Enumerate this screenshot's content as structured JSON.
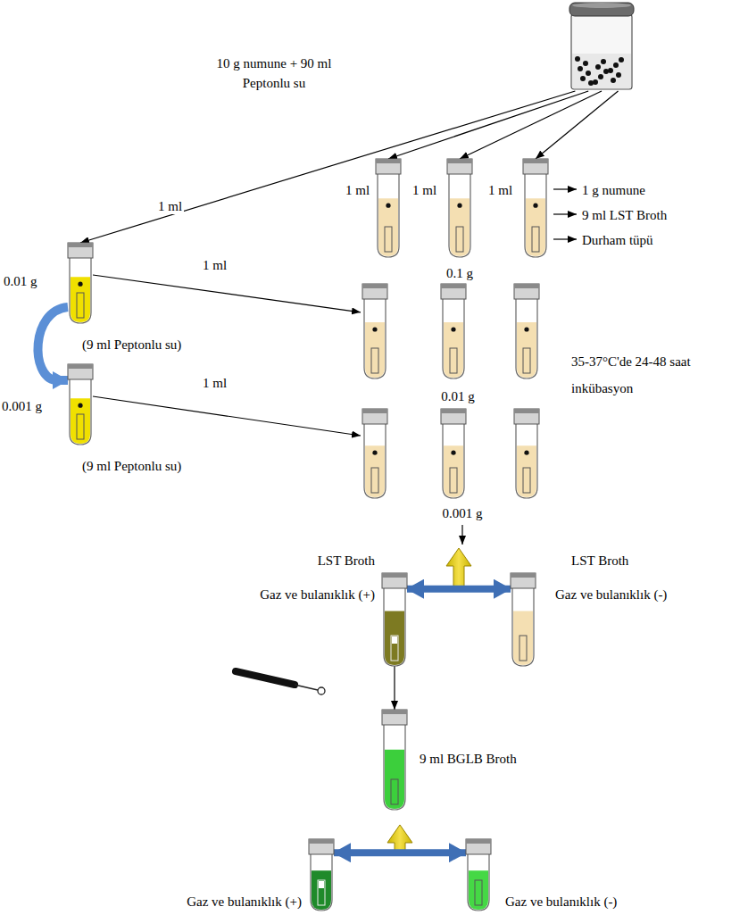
{
  "diagram": {
    "nodes": [
      {
        "text": [
          "10 g numune + 90 ml Peptonlu su"
        ]
      },
      {
        "text": [
          "0.01 g",
          "(9 ml Peptonlu su)"
        ]
      },
      {
        "text": [
          "0.001 g",
          "(9 ml Peptonlu su)"
        ]
      },
      {
        "text": [
          "0.1 g"
        ]
      },
      {
        "text": [
          "0.01 g"
        ]
      },
      {
        "text": [
          "0.001 g"
        ]
      },
      {
        "text": [
          "LST Broth",
          "Gaz ve bulanıklık (+)"
        ]
      },
      {
        "text": [
          "LST Broth",
          "Gaz ve bulanıklık (-)"
        ]
      },
      {
        "text": [
          "9 ml BGLB Broth"
        ]
      },
      {
        "text": [
          "Gaz ve bulanıklık (+)"
        ]
      },
      {
        "text": [
          "Gaz ve bulanıklık (-)"
        ]
      }
    ],
    "edges": [
      {
        "from": 0,
        "to": 1,
        "label": "1 ml",
        "arrow": "to"
      },
      {
        "from": 0,
        "to": 3,
        "label": "1 ml",
        "arrow": "to"
      },
      {
        "from": 0,
        "to": 3,
        "label": "1 ml",
        "arrow": "to"
      },
      {
        "from": 0,
        "to": 3,
        "label": "1 ml",
        "arrow": "to"
      },
      {
        "from": 1,
        "to": 4,
        "label": "1 ml",
        "arrow": "to"
      },
      {
        "from": 2,
        "to": 5,
        "label": "1 ml",
        "arrow": "to"
      },
      {
        "from": 1,
        "to": 2,
        "arrow": "to"
      },
      {
        "from": 6,
        "to": 7,
        "arrow": "both"
      },
      {
        "from": 6,
        "to": 8,
        "arrow": "to"
      },
      {
        "from": 9,
        "to": 10,
        "arrow": "both"
      }
    ],
    "labels": [
      "1 g numune",
      "9 ml LST Broth",
      "Durham tüpü",
      "35-37°C'de 24-48 saat inkübasyon"
    ]
  }
}
